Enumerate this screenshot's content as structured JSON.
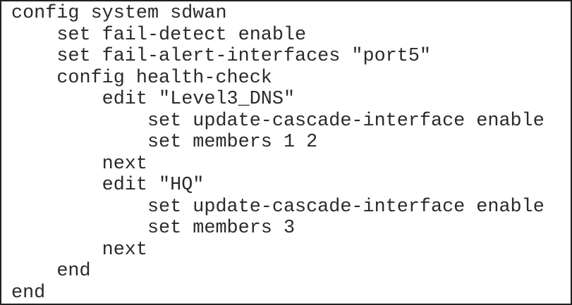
{
  "code_lines": [
    "config system sdwan",
    "    set fail-detect enable",
    "    set fail-alert-interfaces \"port5\"",
    "    config health-check",
    "        edit \"Level3_DNS\"",
    "            set update-cascade-interface enable",
    "            set members 1 2",
    "        next",
    "        edit \"HQ\"",
    "            set update-cascade-interface enable",
    "            set members 3",
    "        next",
    "    end",
    "end"
  ]
}
